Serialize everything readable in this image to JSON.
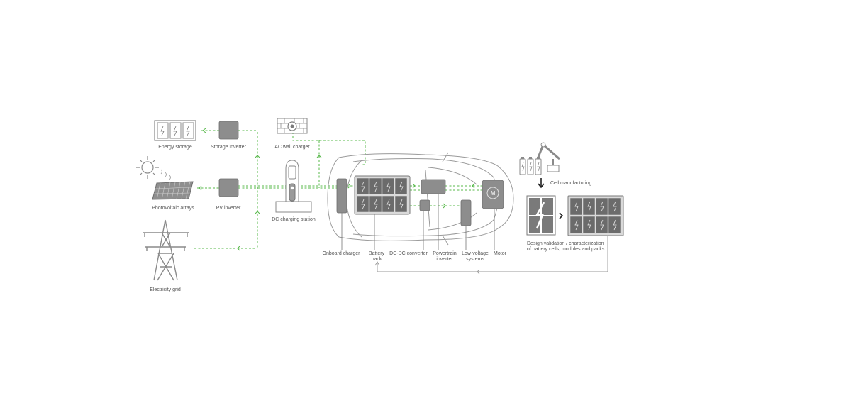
{
  "labels": {
    "energy_storage": "Energy storage",
    "storage_inverter": "Storage inverter",
    "ac_wall_charger": "AC wall charger",
    "photovoltaic_arrays": "Photovoltaic arrays",
    "pv_inverter": "PV inverter",
    "dc_charging_station": "DC charging station",
    "electricity_grid": "Electricity grid",
    "onboard_charger": "Onboard charger",
    "battery_pack_line1": "Battery",
    "battery_pack_line2": "pack",
    "dc_dc_converter": "DC-DC converter",
    "powertrain_line1": "Powertrain",
    "powertrain_line2": "inverter",
    "low_voltage_line1": "Low-voltage",
    "low_voltage_line2": "systems",
    "motor": "Motor",
    "motor_symbol": "M",
    "cell_manufacturing": "Cell manufacturing",
    "design_validation_line1": "Design validation / characterization",
    "design_validation_line2": "of battery cells, modules and packs"
  },
  "colors": {
    "flow": "#57b84a",
    "component": "#8d8d8d",
    "outline": "#9a9a9a",
    "text": "#555555"
  },
  "icons": [
    "solar-sun-icon",
    "brick-wall-icon",
    "robot-arm-icon",
    "battery-cell-icon",
    "down-arrow-icon",
    "chevron-right-icon",
    "pylon-icon"
  ]
}
